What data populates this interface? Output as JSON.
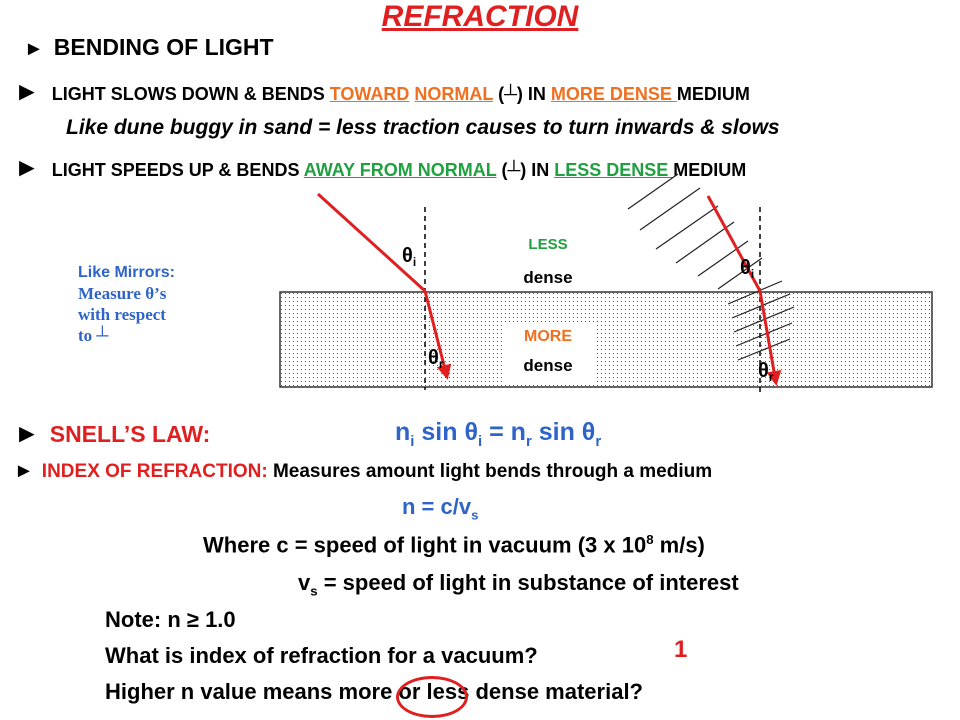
{
  "title": "REFRACTION",
  "bullet_symbol": "►",
  "line1": "BENDING OF LIGHT",
  "line2": {
    "a": "LIGHT SLOWS DOWN & BENDS ",
    "toward": "TOWARD",
    "normal": "NORMAL",
    "paren_open": " (",
    "perp": "┴",
    "paren_close": ") IN ",
    "more_dense": "MORE DENSE ",
    "medium": "MEDIUM"
  },
  "line3": "Like dune buggy in sand = less traction causes to turn inwards & slows",
  "line4": {
    "a": "LIGHT SPEEDS UP & BENDS ",
    "away": "AWAY FROM NORMAL",
    "paren_open": " (",
    "perp": "┴",
    "paren_close": ") IN ",
    "less_dense": "LESS  DENSE ",
    "medium": "MEDIUM"
  },
  "mirror_note": {
    "l1": "Like Mirrors:",
    "l2": "Measure θ’s",
    "l3": "with respect",
    "l4": "to ┴"
  },
  "diagram": {
    "theta": "θ",
    "sub_i": "i",
    "sub_r": "r",
    "less": "LESS",
    "more": "MORE",
    "dense": "dense",
    "colors": {
      "ray": "#e02020",
      "less_label": "#20a040",
      "more_label": "#f07020"
    }
  },
  "snell": {
    "label": "SNELL’S LAW:",
    "n": "n",
    "sin_theta": " sin θ",
    "equals": " = ",
    "sub_i": "i",
    "sub_r": "r"
  },
  "ior": {
    "label": "INDEX OF REFRACTION:",
    "desc": " Measures amount light bends through a medium"
  },
  "formula": {
    "main": "n = c/v",
    "sub": "s"
  },
  "where": {
    "a": "Where c  = speed of light in vacuum (3 x 10",
    "sup": "8",
    "b": " m/s)"
  },
  "vs": {
    "v": "v",
    "sub": "s",
    "rest": " = speed of light in substance of interest"
  },
  "note": "Note:  n ≥ 1.0",
  "question1": "What is index of refraction for a vacuum?",
  "answer1": "1",
  "question2": "Higher n value means more or less dense material?"
}
